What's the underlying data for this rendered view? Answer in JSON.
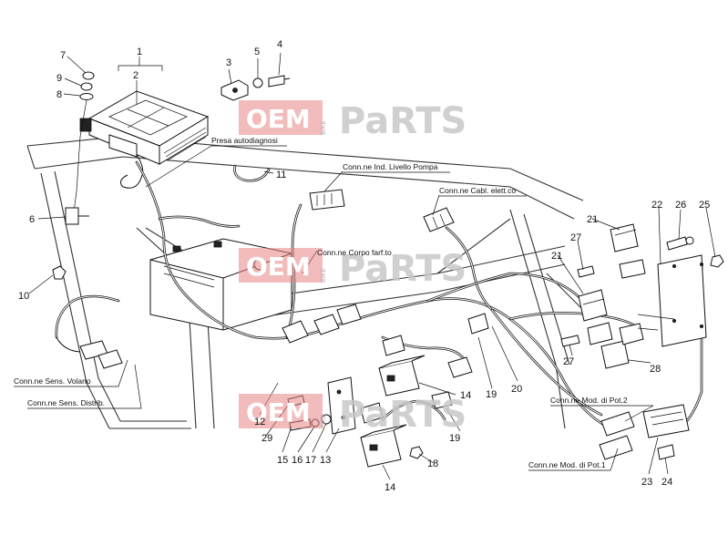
{
  "part_numbers": {
    "n1": "1",
    "n2": "2",
    "n3": "3",
    "n4": "4",
    "n5": "5",
    "n6": "6",
    "n7": "7",
    "n8": "8",
    "n9": "9",
    "n10": "10",
    "n11": "11",
    "n12": "12",
    "n13": "13",
    "n14a": "14",
    "n14b": "14",
    "n15": "15",
    "n16": "16",
    "n17": "17",
    "n18": "18",
    "n19a": "19",
    "n19b": "19",
    "n20": "20",
    "n21a": "21",
    "n21b": "21",
    "n22": "22",
    "n23": "23",
    "n24": "24",
    "n25": "25",
    "n26": "26",
    "n27a": "27",
    "n27b": "27",
    "n28": "28",
    "n29": "29"
  },
  "labels": {
    "presa_autodiagnosi": "Presa autodiagnosi",
    "conn_ind_livello_pompa": "Conn.ne Ind. Livello Pompa",
    "conn_cabl_elett": "Conn.ne Cabl. elett.co",
    "conn_corpo_farf": "Conn.ne Corpo farf.to",
    "conn_sens_volano": "Conn.ne Sens. Volano",
    "conn_sens_distrib": "Conn.ne Sens. Distrib.",
    "conn_mod_pot2": "Conn.ne Mod. di Pot.2",
    "conn_mod_pot1": "Conn.ne Mod. di Pot.1"
  },
  "watermark": {
    "oem": "OEM",
    "bike": "BIKE",
    "parts": "PaRTS"
  },
  "colors": {
    "watermark_red": "#e88585",
    "watermark_grey": "#c8c8c8",
    "line": "#111111"
  }
}
